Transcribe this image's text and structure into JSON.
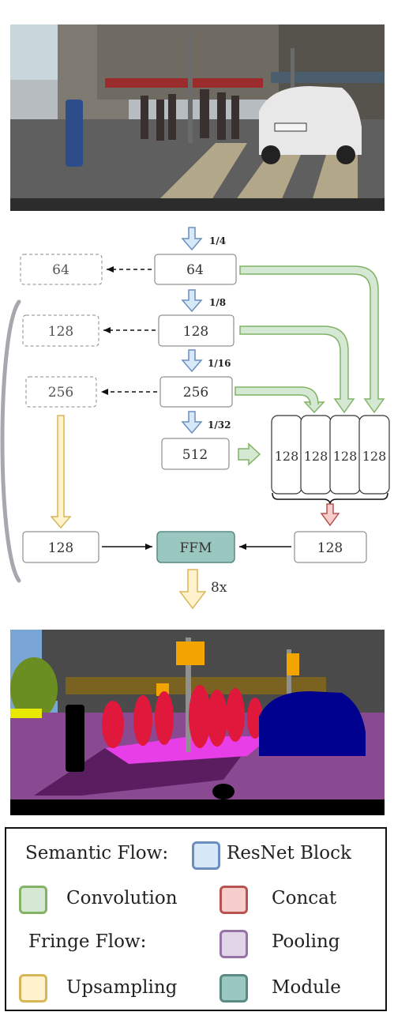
{
  "diagram": {
    "ratios": [
      "1/4",
      "1/8",
      "1/16",
      "1/32"
    ],
    "fringe_boxes": [
      "64",
      "128",
      "256"
    ],
    "semantic_boxes": [
      "64",
      "128",
      "256",
      "512"
    ],
    "concat_boxes": [
      "128",
      "128",
      "128",
      "128"
    ],
    "bottom_left_box": "128",
    "bottom_right_box": "128",
    "ffm_label": "FFM",
    "upsample_label": "8x"
  },
  "legend": {
    "semantic_flow": "Semantic Flow:",
    "fringe_flow": "Fringe Flow:",
    "items": [
      {
        "label": "ResNet Block",
        "fill": "#d7e8f8",
        "stroke": "#6c8ebf"
      },
      {
        "label": "Convolution",
        "fill": "#d5e8d4",
        "stroke": "#82b366"
      },
      {
        "label": "Concat",
        "fill": "#f8cecc",
        "stroke": "#b85450"
      },
      {
        "label": "Pooling",
        "fill": "#e1d5e7",
        "stroke": "#9673a6"
      },
      {
        "label": "Upsampling",
        "fill": "#fff2cc",
        "stroke": "#d6b656"
      },
      {
        "label": "Module",
        "fill": "#9ac7bf",
        "stroke": "#5a8a84"
      }
    ]
  }
}
